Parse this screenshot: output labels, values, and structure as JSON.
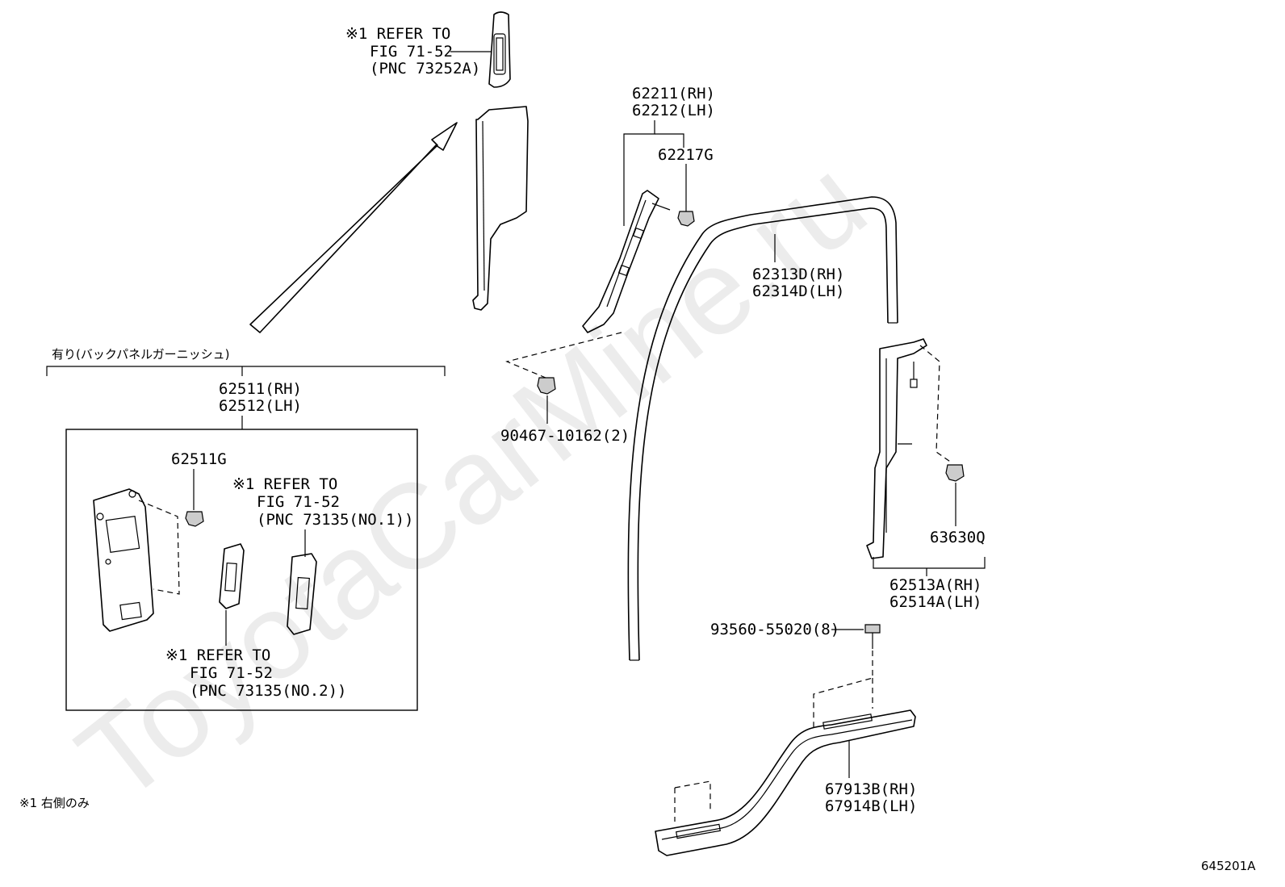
{
  "watermark": "ToyotaCarMine.ru",
  "figure_id": "645201A",
  "footnote": "※1 右側のみ",
  "group_header": "有り(バックパネルガーニッシュ)",
  "callouts": {
    "refer_top": [
      "※1 REFER TO",
      "FIG 71-52",
      "(PNC 73252A)"
    ],
    "refer_no1": [
      "※1 REFER TO",
      "FIG 71-52",
      "(PNC 73135(NO.1))"
    ],
    "refer_no2": [
      "※1 REFER TO",
      "FIG 71-52",
      "(PNC 73135(NO.2))"
    ],
    "p62211": [
      "62211(RH)",
      "62212(LH)"
    ],
    "p62217g": "62217G",
    "p90467": "90467-10162(2)",
    "p62313": [
      "62313D(RH)",
      "62314D(LH)"
    ],
    "p62511": [
      "62511(RH)",
      "62512(LH)"
    ],
    "p62511g": "62511G",
    "p63630q": "63630Q",
    "p62513": [
      "62513A(RH)",
      "62514A(LH)"
    ],
    "p93560": "93560-55020(8)",
    "p67913": [
      "67913B(RH)",
      "67914B(LH)"
    ]
  }
}
